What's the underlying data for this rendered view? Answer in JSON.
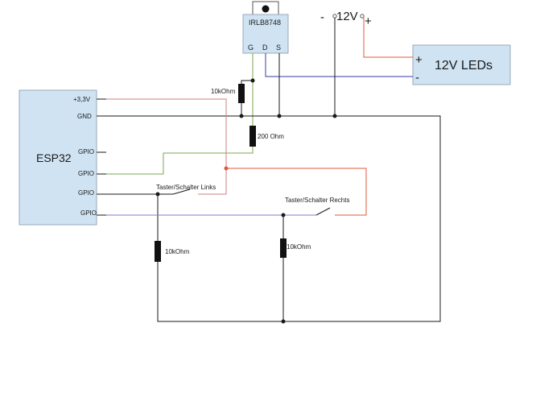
{
  "esp": {
    "title": "ESP32",
    "pins": [
      "+3,3V",
      "GND",
      "GPIO",
      "GPIO",
      "GPIO",
      "GPIO"
    ]
  },
  "mosfet": {
    "name": "IRLB8748",
    "pins": [
      "G",
      "D",
      "S"
    ]
  },
  "supply": {
    "minus": "-",
    "voltage": "12V",
    "plus": "+"
  },
  "leds": {
    "label": "12V LEDs",
    "plus": "+",
    "minus": "-"
  },
  "resistors": {
    "r1": "10kOhm",
    "r2": "200 Ohm",
    "r3": "10kOhm",
    "r4": "10kOhm"
  },
  "switches": {
    "left": "Taster/Schalter Links",
    "right": "Taster/Schalter Rechts"
  },
  "colors": {
    "esp_fill": "#cfe3f2",
    "led_fill": "#cfe3f2",
    "wire_black": "#1a1a1a",
    "wire_red": "#e05a3a",
    "wire_green": "#7aa84f",
    "wire_blue": "#3a3aa8",
    "wire_purple": "#8a7ac8",
    "wire_pink": "#d08080"
  }
}
